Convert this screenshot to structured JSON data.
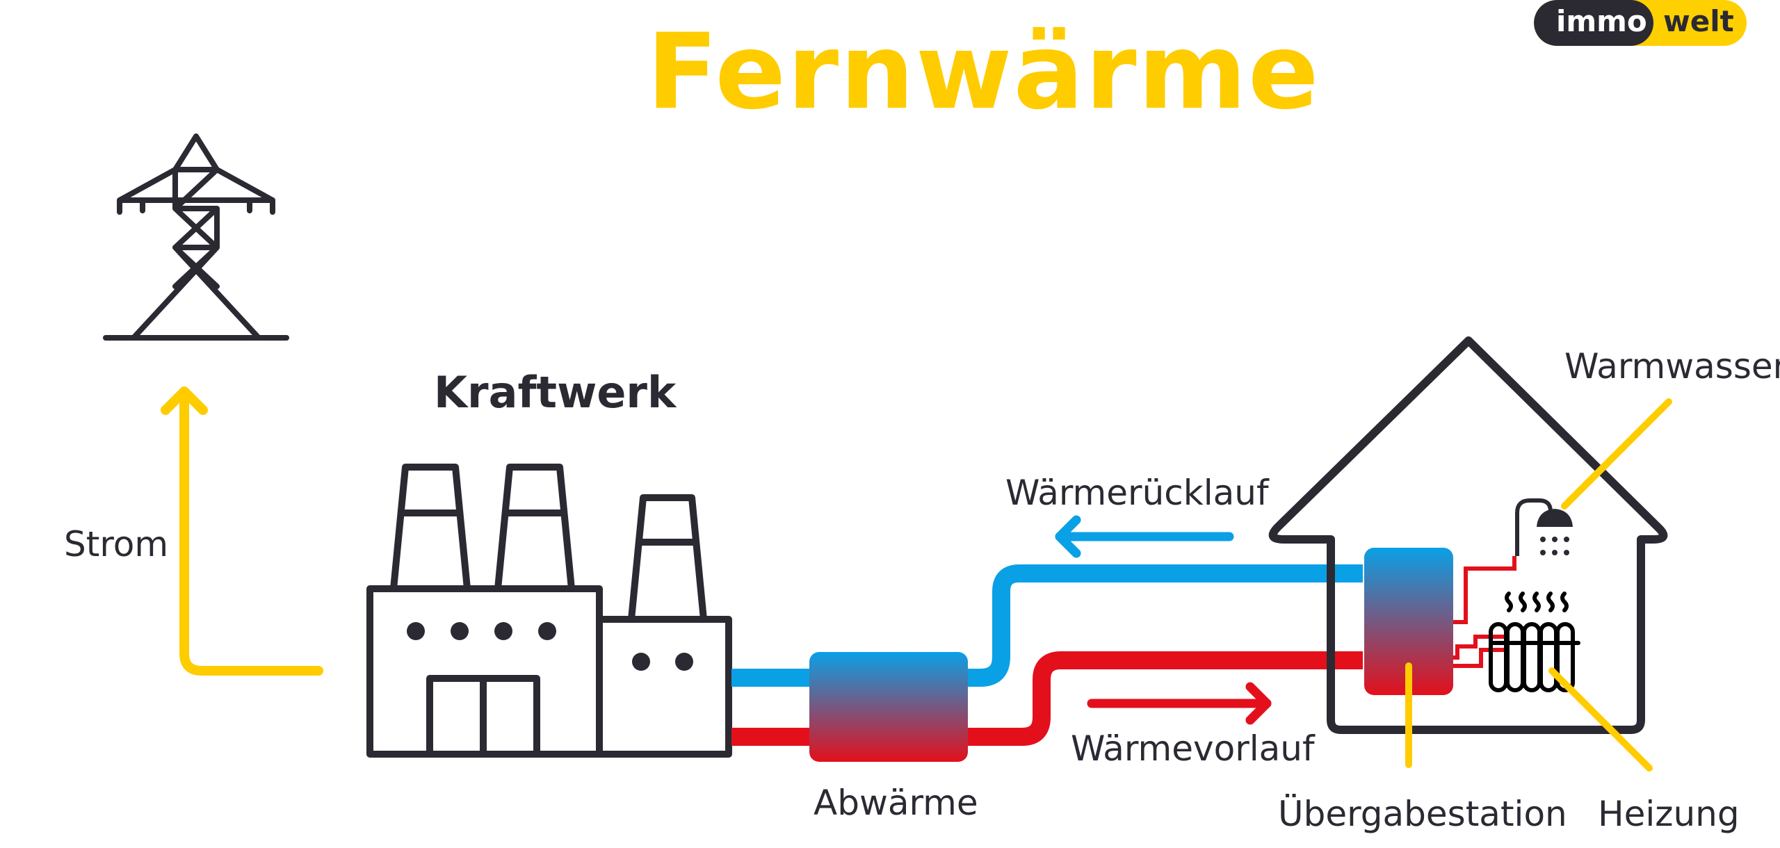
{
  "title": "Fernwärme",
  "logo": {
    "part1": "immo",
    "part2": "welt"
  },
  "labels": {
    "kraftwerk": "Kraftwerk",
    "strom": "Strom",
    "waermeruecklauf": "Wärmerücklauf",
    "waermevorlauf": "Wärmevorlauf",
    "abwaerme": "Abwärme",
    "uebergabestation": "Übergabestation",
    "heizung": "Heizung",
    "warmwasser": "Warmwasser"
  },
  "colors": {
    "title": "#ffcc00",
    "yellow": "#ffcc00",
    "blue": "#0aa0e6",
    "red": "#e3101b",
    "dark": "#2b2a33"
  }
}
